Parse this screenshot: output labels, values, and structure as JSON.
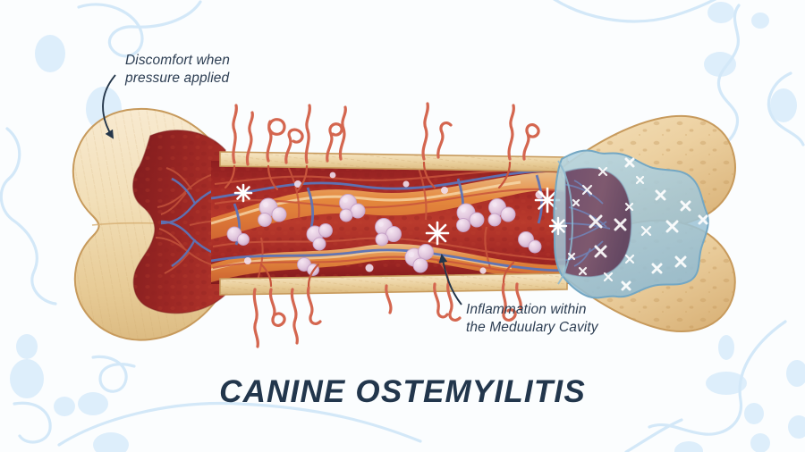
{
  "illustration": {
    "title": "CANINE OSTEMYILITIS",
    "subject": "cross-section of an infected canine long bone",
    "background_color": "#fbfdfe",
    "title_color": "#22364c",
    "accent_blue": "#d3e8f8"
  },
  "labels": [
    {
      "id": "discomfort",
      "text": "Discomfort when\npressure applied",
      "color": "#2c3d52",
      "points_to": "left-epiphysis-cortical-bone"
    },
    {
      "id": "inflammation",
      "text": "Inflammation within\nthe Meduulary Cavity",
      "color": "#2c3d52",
      "points_to": "medullary-cavity"
    }
  ],
  "anatomy": {
    "cortical_bone": {
      "name": "Cortical bone",
      "color_light": "#f6e6c4",
      "color_mid": "#eed6a6",
      "color_dark": "#d8b478",
      "outline": "#c79a5c"
    },
    "marrow_cavity": {
      "name": "Medullary cavity / marrow",
      "color_dark": "#7d1a1c",
      "color_mid": "#a32a26",
      "color_light": "#c8472f"
    },
    "inflamed_tissue": {
      "name": "Inflamed tissue band",
      "color": "#e8873f",
      "highlight": "#f6d9a8"
    },
    "pus_cells": {
      "name": "Inflammatory cell clusters",
      "color": "#e7cfe4",
      "outline": "#c8a8cd"
    },
    "veins": {
      "name": "Veins",
      "color": "#5a73b8"
    },
    "arteries": {
      "name": "Arteries / escaping vessels",
      "color": "#d4664f"
    },
    "swollen_sleeve": {
      "name": "Swollen soft tissue",
      "color": "#a8cad8",
      "outline": "#79a9c4",
      "marker": "white X"
    },
    "necrotic_zone": {
      "name": "Necrotic / purple cavity",
      "color": "#6e4a63"
    },
    "starbursts": {
      "name": "Pain starburst markers",
      "color": "#ffffff",
      "count": 5
    }
  }
}
